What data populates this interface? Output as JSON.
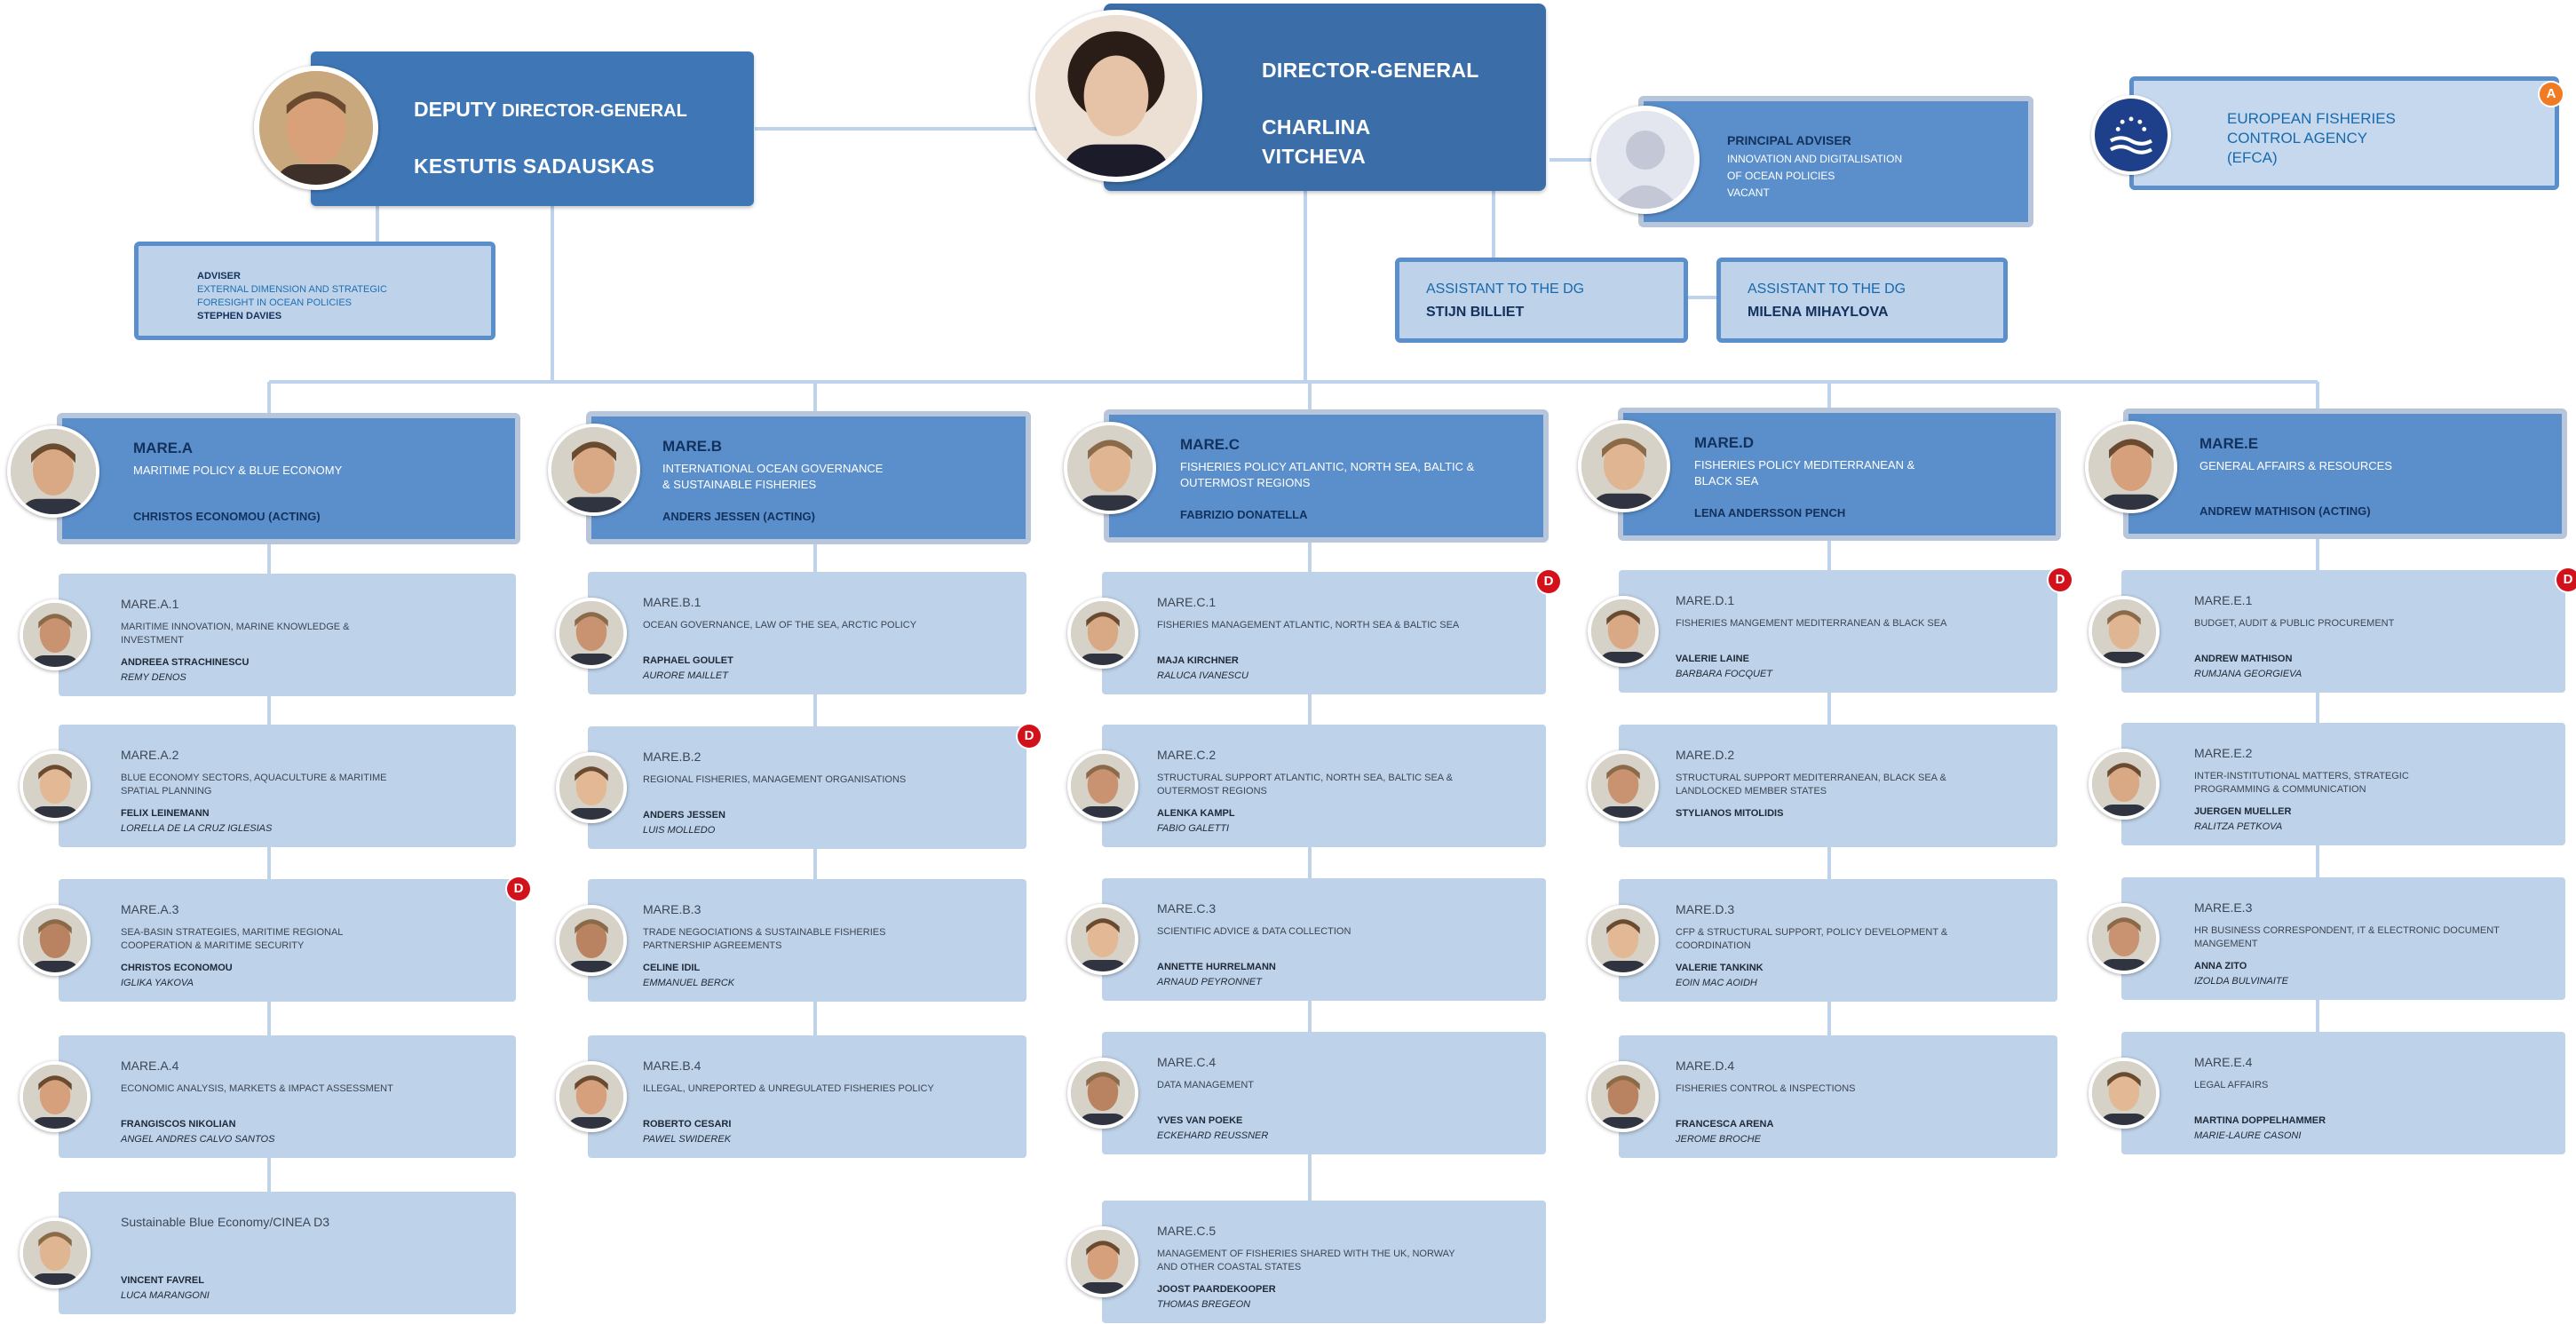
{
  "director_general": {
    "title": "DIRECTOR-GENERAL",
    "name_line1": "CHARLINA",
    "name_line2": "VITCHEVA"
  },
  "deputy": {
    "title_pre": "DEPUTY",
    "title_main": "DIRECTOR-GENERAL",
    "name": "KESTUTIS SADAUSKAS"
  },
  "adviser": {
    "label": "ADVISER",
    "line1": "EXTERNAL DIMENSION AND STRATEGIC",
    "line2": "FORESIGHT IN OCEAN POLICIES",
    "name": "STEPHEN DAVIES"
  },
  "principal_adviser": {
    "label": "PRINCIPAL ADVISER",
    "line1": "INNOVATION AND DIGITALISATION",
    "line2": "OF OCEAN POLICIES",
    "name": "VACANT"
  },
  "efca": {
    "line1": "EUROPEAN FISHERIES",
    "line2": "CONTROL AGENCY",
    "line3": "(EFCA)",
    "badge": "A"
  },
  "assistants": [
    {
      "label": "ASSISTANT TO THE DG",
      "name": "STIJN BILLIET"
    },
    {
      "label": "ASSISTANT TO THE DG",
      "name": "MILENA MIHAYLOVA"
    }
  ],
  "directorates": [
    {
      "code": "MARE.A",
      "title1": "MARITIME POLICY & BLUE ECONOMY",
      "title2": "",
      "head": "CHRISTOS ECONOMOU (ACTING)"
    },
    {
      "code": "MARE.B",
      "title1": "INTERNATIONAL OCEAN GOVERNANCE",
      "title2": "& SUSTAINABLE FISHERIES",
      "head": "ANDERS JESSEN (ACTING)"
    },
    {
      "code": "MARE.C",
      "title1": "FISHERIES POLICY ATLANTIC, NORTH SEA, BALTIC &",
      "title2": "OUTERMOST REGIONS",
      "head": "FABRIZIO DONATELLA"
    },
    {
      "code": "MARE.D",
      "title1": "FISHERIES POLICY MEDITERRANEAN &",
      "title2": "BLACK SEA",
      "head": "LENA ANDERSSON PENCH"
    },
    {
      "code": "MARE.E",
      "title1": "GENERAL AFFAIRS & RESOURCES",
      "title2": "",
      "head": "ANDREW MATHISON (ACTING)"
    }
  ],
  "units": {
    "a": [
      {
        "code": "MARE.A.1",
        "title1": "MARITIME INNOVATION, MARINE KNOWLEDGE &",
        "title2": "INVESTMENT",
        "head": "ANDREEA STRACHINESCU",
        "deputy": "REMY DENOS",
        "badge": ""
      },
      {
        "code": "MARE.A.2",
        "title1": "BLUE ECONOMY SECTORS, AQUACULTURE & MARITIME",
        "title2": "SPATIAL PLANNING",
        "head": "FELIX LEINEMANN",
        "deputy": "LORELLA DE LA CRUZ IGLESIAS",
        "badge": ""
      },
      {
        "code": "MARE.A.3",
        "title1": "SEA-BASIN STRATEGIES, MARITIME REGIONAL",
        "title2": "COOPERATION & MARITIME SECURITY",
        "head": "CHRISTOS ECONOMOU",
        "deputy": "IGLIKA YAKOVA",
        "badge": "D"
      },
      {
        "code": "MARE.A.4",
        "title1": "ECONOMIC ANALYSIS, MARKETS & IMPACT ASSESSMENT",
        "title2": "",
        "head": "FRANGISCOS NIKOLIAN",
        "deputy": "ANGEL ANDRES CALVO SANTOS",
        "badge": ""
      },
      {
        "code": "Sustainable Blue Economy/CINEA D3",
        "title1": "",
        "title2": "",
        "head": "VINCENT FAVREL",
        "deputy": "LUCA MARANGONI",
        "badge": ""
      }
    ],
    "b": [
      {
        "code": "MARE.B.1",
        "title1": "OCEAN GOVERNANCE, LAW OF THE SEA, ARCTIC POLICY",
        "title2": "",
        "head": "RAPHAEL GOULET",
        "deputy": "AURORE MAILLET",
        "badge": ""
      },
      {
        "code": "MARE.B.2",
        "title1": "REGIONAL FISHERIES, MANAGEMENT ORGANISATIONS",
        "title2": "",
        "head": "ANDERS JESSEN",
        "deputy": "LUIS MOLLEDO",
        "badge": "D"
      },
      {
        "code": "MARE.B.3",
        "title1": "TRADE NEGOCIATIONS & SUSTAINABLE FISHERIES",
        "title2": "PARTNERSHIP AGREEMENTS",
        "head": "CELINE IDIL",
        "deputy": "EMMANUEL BERCK",
        "badge": ""
      },
      {
        "code": "MARE.B.4",
        "title1": "ILLEGAL, UNREPORTED & UNREGULATED FISHERIES POLICY",
        "title2": "",
        "head": "ROBERTO CESARI",
        "deputy": "PAWEL SWIDEREK",
        "badge": ""
      }
    ],
    "c": [
      {
        "code": "MARE.C.1",
        "title1": "FISHERIES MANAGEMENT ATLANTIC, NORTH SEA & BALTIC SEA",
        "title2": "",
        "head": "MAJA KIRCHNER",
        "deputy": "RALUCA IVANESCU",
        "badge": "D"
      },
      {
        "code": "MARE.C.2",
        "title1": "STRUCTURAL SUPPORT ATLANTIC, NORTH SEA, BALTIC SEA &",
        "title2": "OUTERMOST REGIONS",
        "head": "ALENKA KAMPL",
        "deputy": "FABIO GALETTI",
        "badge": ""
      },
      {
        "code": "MARE.C.3",
        "title1": "SCIENTIFIC ADVICE & DATA COLLECTION",
        "title2": "",
        "head": "ANNETTE HURRELMANN",
        "deputy": "ARNAUD PEYRONNET",
        "badge": ""
      },
      {
        "code": "MARE.C.4",
        "title1": "DATA MANAGEMENT",
        "title2": "",
        "head": "YVES VAN POEKE",
        "deputy": "ECKEHARD REUSSNER",
        "badge": ""
      },
      {
        "code": "MARE.C.5",
        "title1": "MANAGEMENT OF FISHERIES SHARED WITH THE UK, NORWAY",
        "title2": "AND OTHER COASTAL STATES",
        "head": "JOOST PAARDEKOOPER",
        "deputy": "THOMAS BREGEON",
        "badge": ""
      }
    ],
    "d": [
      {
        "code": "MARE.D.1",
        "title1": "FISHERIES MANGEMENT MEDITERRANEAN & BLACK SEA",
        "title2": "",
        "head": "VALERIE LAINE",
        "deputy": "BARBARA FOCQUET",
        "badge": "D"
      },
      {
        "code": "MARE.D.2",
        "title1": "STRUCTURAL SUPPORT MEDITERRANEAN, BLACK SEA &",
        "title2": "LANDLOCKED MEMBER STATES",
        "head": "STYLIANOS MITOLIDIS",
        "deputy": "",
        "badge": ""
      },
      {
        "code": "MARE.D.3",
        "title1": "CFP & STRUCTURAL SUPPORT, POLICY DEVELOPMENT &",
        "title2": "COORDINATION",
        "head": "VALERIE TANKINK",
        "deputy": "EOIN MAC AOIDH",
        "badge": ""
      },
      {
        "code": "MARE.D.4",
        "title1": "FISHERIES CONTROL & INSPECTIONS",
        "title2": "",
        "head": "FRANCESCA ARENA",
        "deputy": "JEROME BROCHE",
        "badge": ""
      }
    ],
    "e": [
      {
        "code": "MARE.E.1",
        "title1": "BUDGET, AUDIT & PUBLIC PROCUREMENT",
        "title2": "",
        "head": "ANDREW MATHISON",
        "deputy": "RUMJANA GEORGIEVA",
        "badge": "D"
      },
      {
        "code": "MARE.E.2",
        "title1": "INTER-INSTITUTIONAL MATTERS, STRATEGIC",
        "title2": "PROGRAMMING & COMMUNICATION",
        "head": "JUERGEN MUELLER",
        "deputy": "RALITZA PETKOVA",
        "badge": ""
      },
      {
        "code": "MARE.E.3",
        "title1": "HR BUSINESS CORRESPONDENT, IT & ELECTRONIC DOCUMENT MANGEMENT",
        "title2": "",
        "head": "ANNA ZITO",
        "deputy": "IZOLDA BULVINAITE",
        "badge": ""
      },
      {
        "code": "MARE.E.4",
        "title1": "LEGAL AFFAIRS",
        "title2": "",
        "head": "MARTINA DOPPELHAMMER",
        "deputy": "MARIE-LAURE CASONI",
        "badge": ""
      }
    ]
  },
  "colors": {
    "dark_box": "#3f76b6",
    "mid_box": "#5b8fcb",
    "light_box": "#bed2e9",
    "badge": "#d3111a",
    "connector": "#bed2e9"
  }
}
